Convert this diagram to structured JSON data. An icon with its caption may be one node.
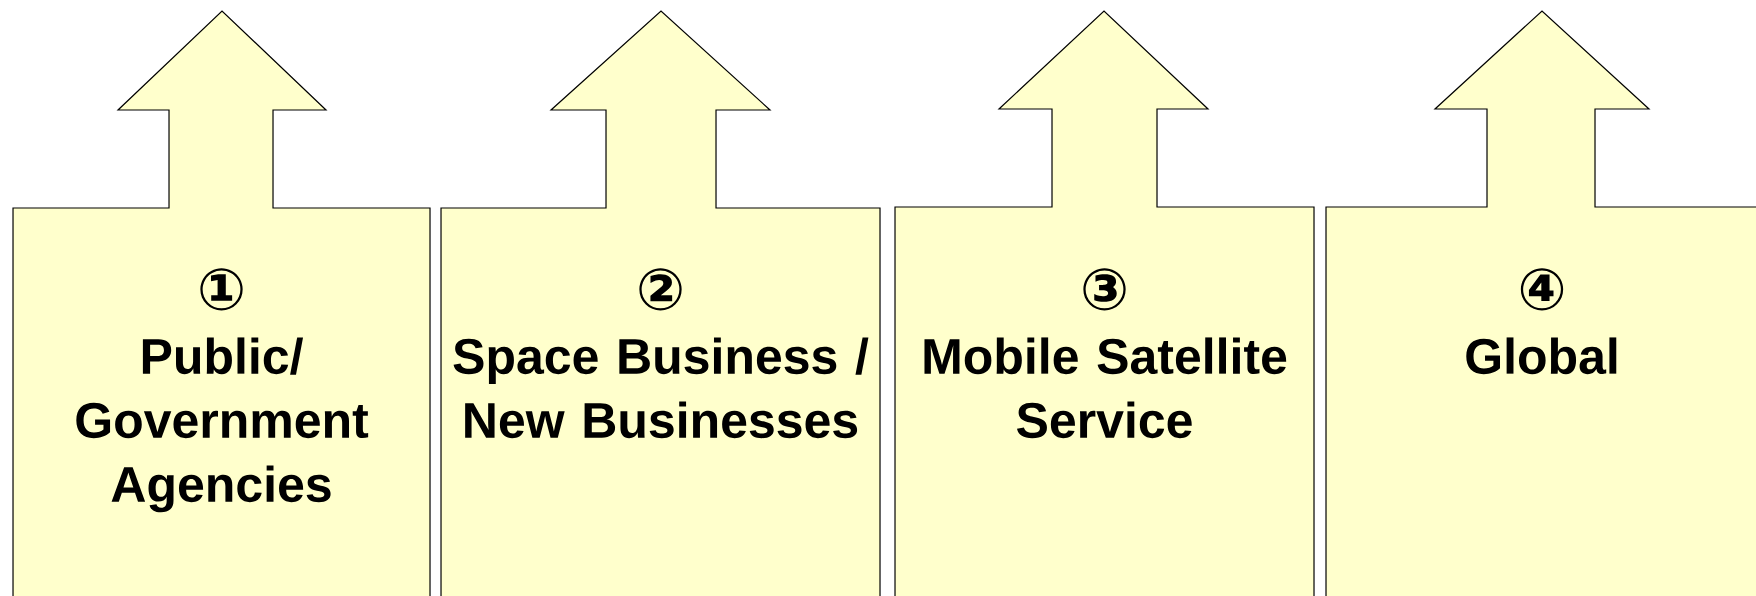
{
  "diagram": {
    "nodes": [
      {
        "text": [
          "①",
          "Public/ Government Agencies"
        ]
      },
      {
        "text": [
          "②",
          "Space Business / New Businesses"
        ]
      },
      {
        "text": [
          "③",
          "Mobile Satellite Service"
        ]
      },
      {
        "text": [
          "④",
          "Global"
        ]
      }
    ]
  }
}
